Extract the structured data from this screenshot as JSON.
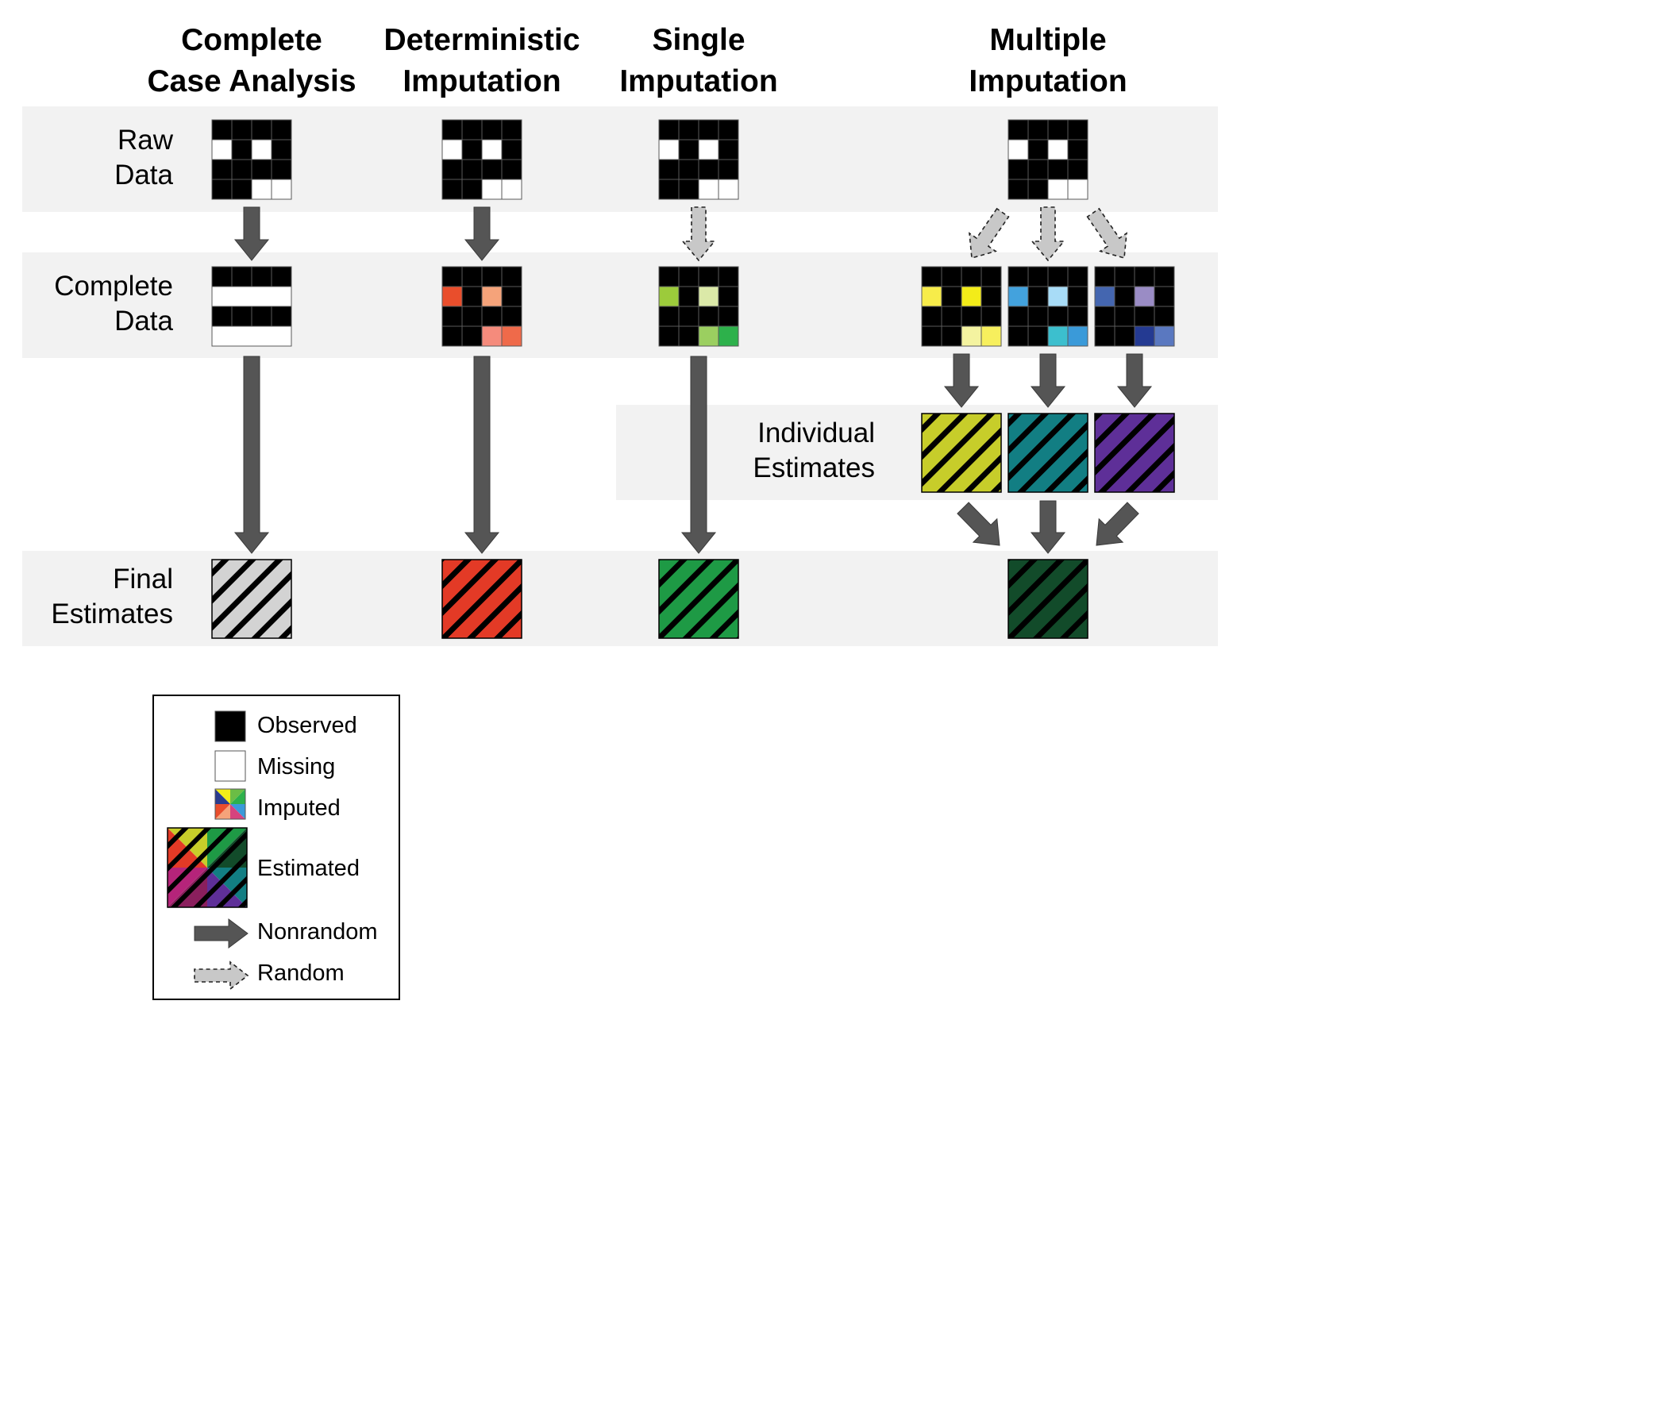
{
  "columns": [
    {
      "line1": "Complete",
      "line2": "Case Analysis"
    },
    {
      "line1": "Deterministic",
      "line2": "Imputation"
    },
    {
      "line1": "Single",
      "line2": "Imputation"
    },
    {
      "line1": "Multiple",
      "line2": "Imputation"
    }
  ],
  "rows": {
    "raw": {
      "line1": "Raw",
      "line2": "Data"
    },
    "complete": {
      "line1": "Complete",
      "line2": "Data"
    },
    "individual": {
      "line1": "Individual",
      "line2": "Estimates"
    },
    "final": {
      "line1": "Final",
      "line2": "Estimates"
    }
  },
  "legend": {
    "observed": "Observed",
    "missing": "Missing",
    "imputed": "Imputed",
    "estimated": "Estimated",
    "nonrandom": "Nonrandom",
    "random": "Random"
  },
  "colors": {
    "observed": "#000000",
    "missing": "#ffffff",
    "band": "#f2f2f2",
    "arrow_nonrandom": "#555555",
    "arrow_random": "#c8c8c8",
    "complete_case_estimate": "#d3d3d3",
    "deterministic": [
      "#e94e2c",
      "#f5a37a",
      "#f58b7c",
      "#ef6a4a"
    ],
    "deterministic_estimate": "#e33a26",
    "single": [
      "#9ccb3b",
      "#dbe9a8",
      "#9bcf60",
      "#2db14b"
    ],
    "single_estimate": "#1e9a45",
    "multiple_1": [
      "#f7ec4a",
      "#f3ec19",
      "#f4f3a0",
      "#f7ef5d"
    ],
    "multiple_2": [
      "#43a2dd",
      "#a8dcf7",
      "#3cbfce",
      "#3a9ad9"
    ],
    "multiple_3": [
      "#4466b0",
      "#9a8cc5",
      "#243a92",
      "#5a78c0"
    ],
    "individual_estimates": [
      "#c7cd2a",
      "#127e83",
      "#5e2f98"
    ],
    "multiple_estimate": "#124b2a",
    "legend_imputed": [
      "#f5a37a",
      "#f3ec19",
      "#6bbd45",
      "#e94e2c",
      "#2db14b",
      "#d6437e",
      "#2a3c8f",
      "#3a9ad9"
    ],
    "legend_estimated": [
      "#e33a26",
      "#c7cd2a",
      "#1e9a45",
      "#124b2a",
      "#b5247a",
      "#8a1f5d",
      "#127e83",
      "#5e2f98"
    ]
  },
  "icons": {
    "nonrandom_arrow": "solid-arrow-icon",
    "random_arrow": "dashed-arrow-icon"
  }
}
